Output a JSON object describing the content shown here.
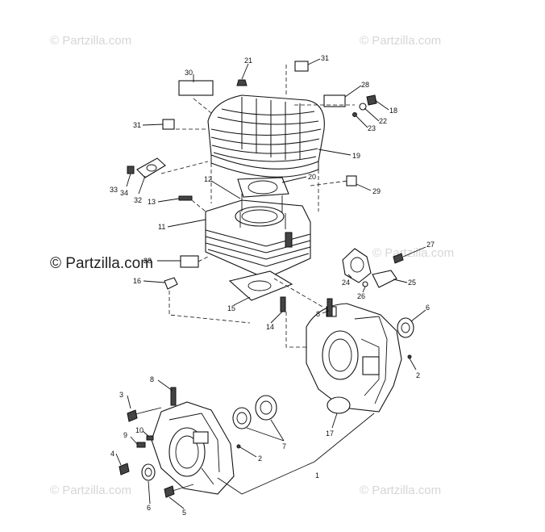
{
  "watermark": {
    "text": "© Partzilla.com",
    "faint_color": "#d6d6d6",
    "main_color": "#222222"
  },
  "callouts": [
    "1",
    "2",
    "2",
    "3",
    "4",
    "5",
    "6",
    "6",
    "7",
    "8",
    "8",
    "9",
    "10",
    "11",
    "12",
    "13",
    "14",
    "15",
    "16",
    "17",
    "18",
    "19",
    "20",
    "21",
    "22",
    "23",
    "24",
    "25",
    "26",
    "27",
    "28",
    "28",
    "29",
    "30",
    "31",
    "31",
    "32",
    "33",
    "34"
  ]
}
